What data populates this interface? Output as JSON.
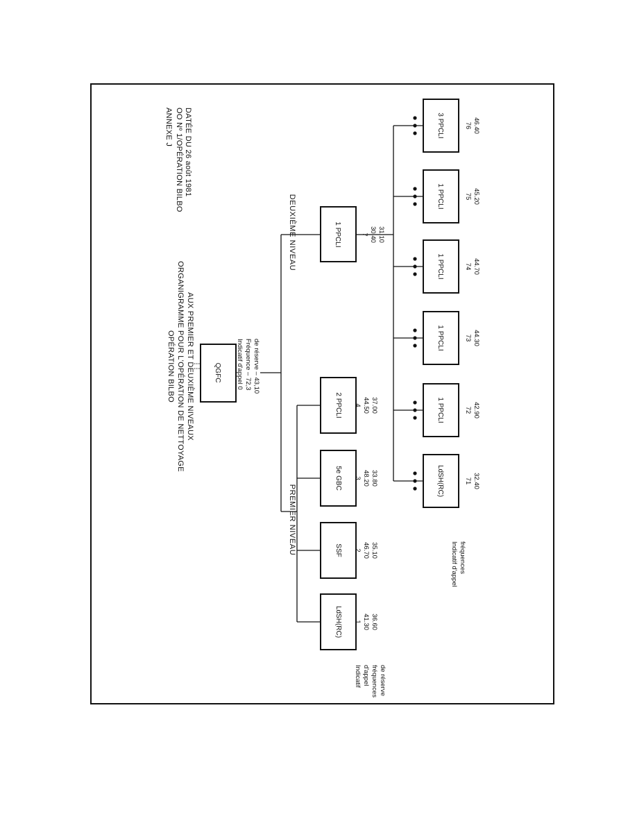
{
  "annex": {
    "line1": "ANNEXE J",
    "line2": "OO Nº 1/OPÉRATION BILBO",
    "line3": "DATÉE DU 26 août 1981"
  },
  "title": {
    "line1": "OPÉRATION BILBO",
    "line2": "ORGANIGRAMME POUR L'OPÉRATION DE NETTOYAGE",
    "line3": "AUX PREMIER ET DEUXIÈME NIVEAUX"
  },
  "hq": {
    "label": "QGFC",
    "info1": "Indicatif d'appel 0",
    "info2": "Fréquence – 72,3",
    "info3": "de réserve – 43,10"
  },
  "levels": {
    "first": "PREMIER NIVEAU",
    "second": "DEUXIÈME NIVEAU"
  },
  "first_level_legend": {
    "l1": "Indicatif",
    "l2": "d'appel",
    "l3": "fréquences",
    "l4": "de réserve"
  },
  "first_level_units": [
    {
      "label": "LdSH(RC)",
      "callsign": "1",
      "freq": "41.30",
      "reserve": "36.60"
    },
    {
      "label": "SSF",
      "callsign": "2",
      "freq": "46.70",
      "reserve": "35.10"
    },
    {
      "label": "5e GBC",
      "callsign": "3",
      "freq": "48.20",
      "reserve": "33.80"
    },
    {
      "label": "2 PPCLI",
      "callsign": "4",
      "freq": "44.50",
      "reserve": "37.00"
    }
  ],
  "second_level_parent": {
    "label": "1 PPCLI",
    "callsign": "7",
    "freq": "30.40",
    "reserve": "31.10"
  },
  "second_level_legend": {
    "l1": "Indicatif d'appel",
    "l2": "fréquences"
  },
  "second_level_units": [
    {
      "label": "LdSH(RC)",
      "callsign": "71",
      "freq": "32.40"
    },
    {
      "label": "1 PPCLI",
      "callsign": "72",
      "freq": "42.90"
    },
    {
      "label": "1 PPCLI",
      "callsign": "73",
      "freq": "44.30"
    },
    {
      "label": "1 PPCLI",
      "callsign": "74",
      "freq": "44.70"
    },
    {
      "label": "1 PPCLI",
      "callsign": "75",
      "freq": "45.20"
    },
    {
      "label": "3 PPCLI",
      "callsign": "76",
      "freq": "46.40"
    }
  ]
}
